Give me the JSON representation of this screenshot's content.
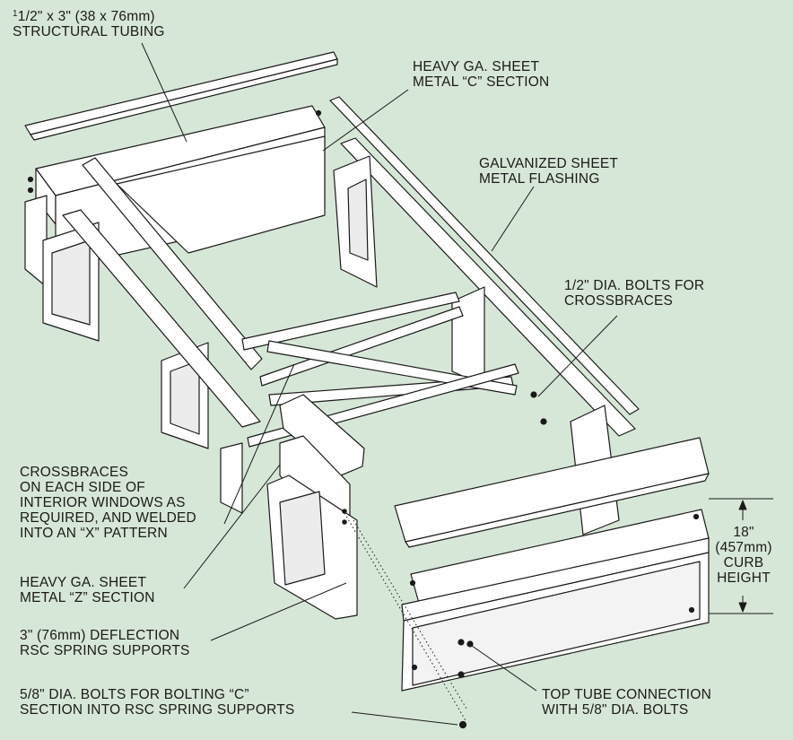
{
  "labels": {
    "structural_tubing": [
      "1",
      "1/2\" x 3\" (38 x 76mm)",
      "STRUCTURAL TUBING"
    ],
    "c_section": [
      "HEAVY GA. SHEET",
      "METAL “C” SECTION"
    ],
    "flashing": [
      "GALVANIZED SHEET",
      "METAL FLASHING"
    ],
    "crossbrace_bolts": [
      "1/2\" DIA. BOLTS FOR",
      "CROSSBRACES"
    ],
    "crossbraces": [
      "CROSSBRACES",
      "ON EACH SIDE OF",
      "INTERIOR WINDOWS AS",
      "REQUIRED, AND WELDED",
      "INTO AN “X” PATTERN"
    ],
    "z_section": [
      "HEAVY GA. SHEET",
      "METAL “Z” SECTION"
    ],
    "spring_supports": [
      "3\" (76mm) DEFLECTION",
      "RSC SPRING SUPPORTS"
    ],
    "c_bolts": [
      "5/8\" DIA. BOLTS FOR BOLTING “C”",
      "SECTION INTO RSC SPRING SUPPORTS"
    ],
    "top_tube": [
      "TOP TUBE CONNECTION",
      "WITH 5/8\" DIA. BOLTS"
    ],
    "curb_height": [
      "18\"",
      "(457mm)",
      "CURB",
      "HEIGHT"
    ]
  },
  "colors": {
    "background": "#d7e7d7",
    "metal_fill": "#ffffff",
    "outline": "#1a1a1a",
    "shade": "#e9e9e9"
  }
}
